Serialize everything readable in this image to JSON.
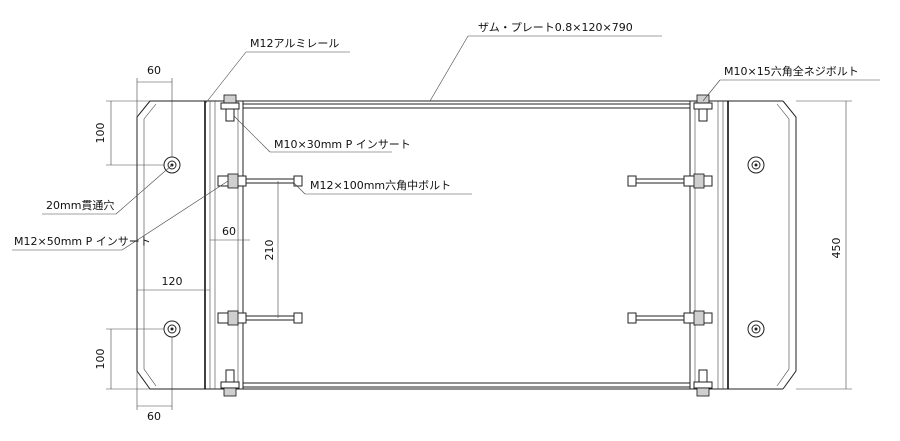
{
  "labels": {
    "zam_plate": "ザム・プレート0.8×120×790",
    "alu_rail": "M12アルミレール",
    "hex_bolt_m10": "M10×15六角全ネジボルト",
    "insert_m10": "M10×30mm P インサート",
    "hex_bolt_m12": "M12×100mm六角中ボルト",
    "through_hole": "20mm貫通穴",
    "insert_m12": "M12×50mm P インサート"
  },
  "dimensions": {
    "top_width": "60",
    "top_height": "100",
    "rail_gap": "60",
    "bolt_spacing": "210",
    "mid_width": "120",
    "bottom_height": "100",
    "bottom_width": "60",
    "overall_height": "450"
  }
}
